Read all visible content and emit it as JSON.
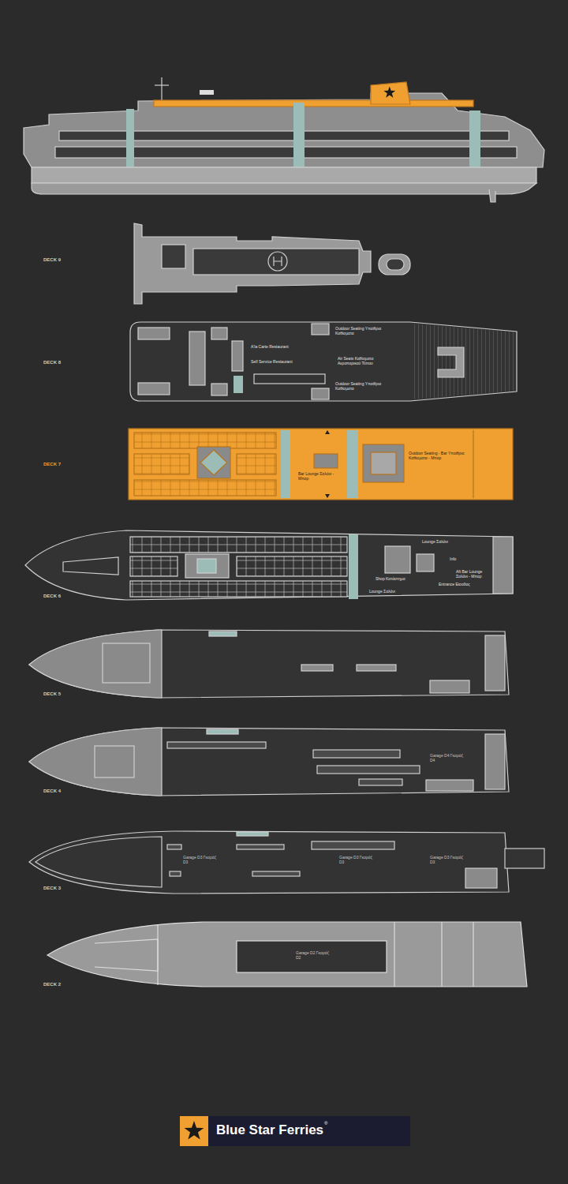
{
  "diagram": {
    "nodes": [
      {
        "text": [
          "DECK 9"
        ]
      },
      {
        "text": [
          "DECK 8",
          "Outdoor Seating Υπαίθρια Καθίσματα",
          "A'la Carte Restaurant",
          "Self Service Restaurant",
          "Air Seats Καθίσματα Αεροπορικού Τύπου",
          "Outdoor Seating Υπαίθρια Καθίσματα"
        ]
      },
      {
        "text": [
          "DECK 7",
          "Bar Lounge Σαλόνι - Μπαρ",
          "Outdoor Seating - Bar Υπαίθρια Καθίσματα - Μπαρ"
        ]
      },
      {
        "text": [
          "DECK 6",
          "Lounge Σαλόνι",
          "Info",
          "Aft Bar Lounge Σαλόνι - Μπαρ",
          "Shop Κατάστημα",
          "Entrance Είσοδος",
          "Lounge Σαλόνι"
        ]
      },
      {
        "text": [
          "DECK 5"
        ]
      },
      {
        "text": [
          "DECK 4",
          "Garage D4 Γκαράζ D4"
        ]
      },
      {
        "text": [
          "DECK 3",
          "Garage D3 Γκαράζ D3",
          "Garage D3 Γκαράζ D3",
          "Garage D3 Γκαράζ D3"
        ]
      },
      {
        "text": [
          "DECK 2",
          "Garage D2 Γκαράζ D2"
        ]
      },
      {
        "text": [
          "Blue Star Ferries",
          "®"
        ]
      }
    ]
  }
}
